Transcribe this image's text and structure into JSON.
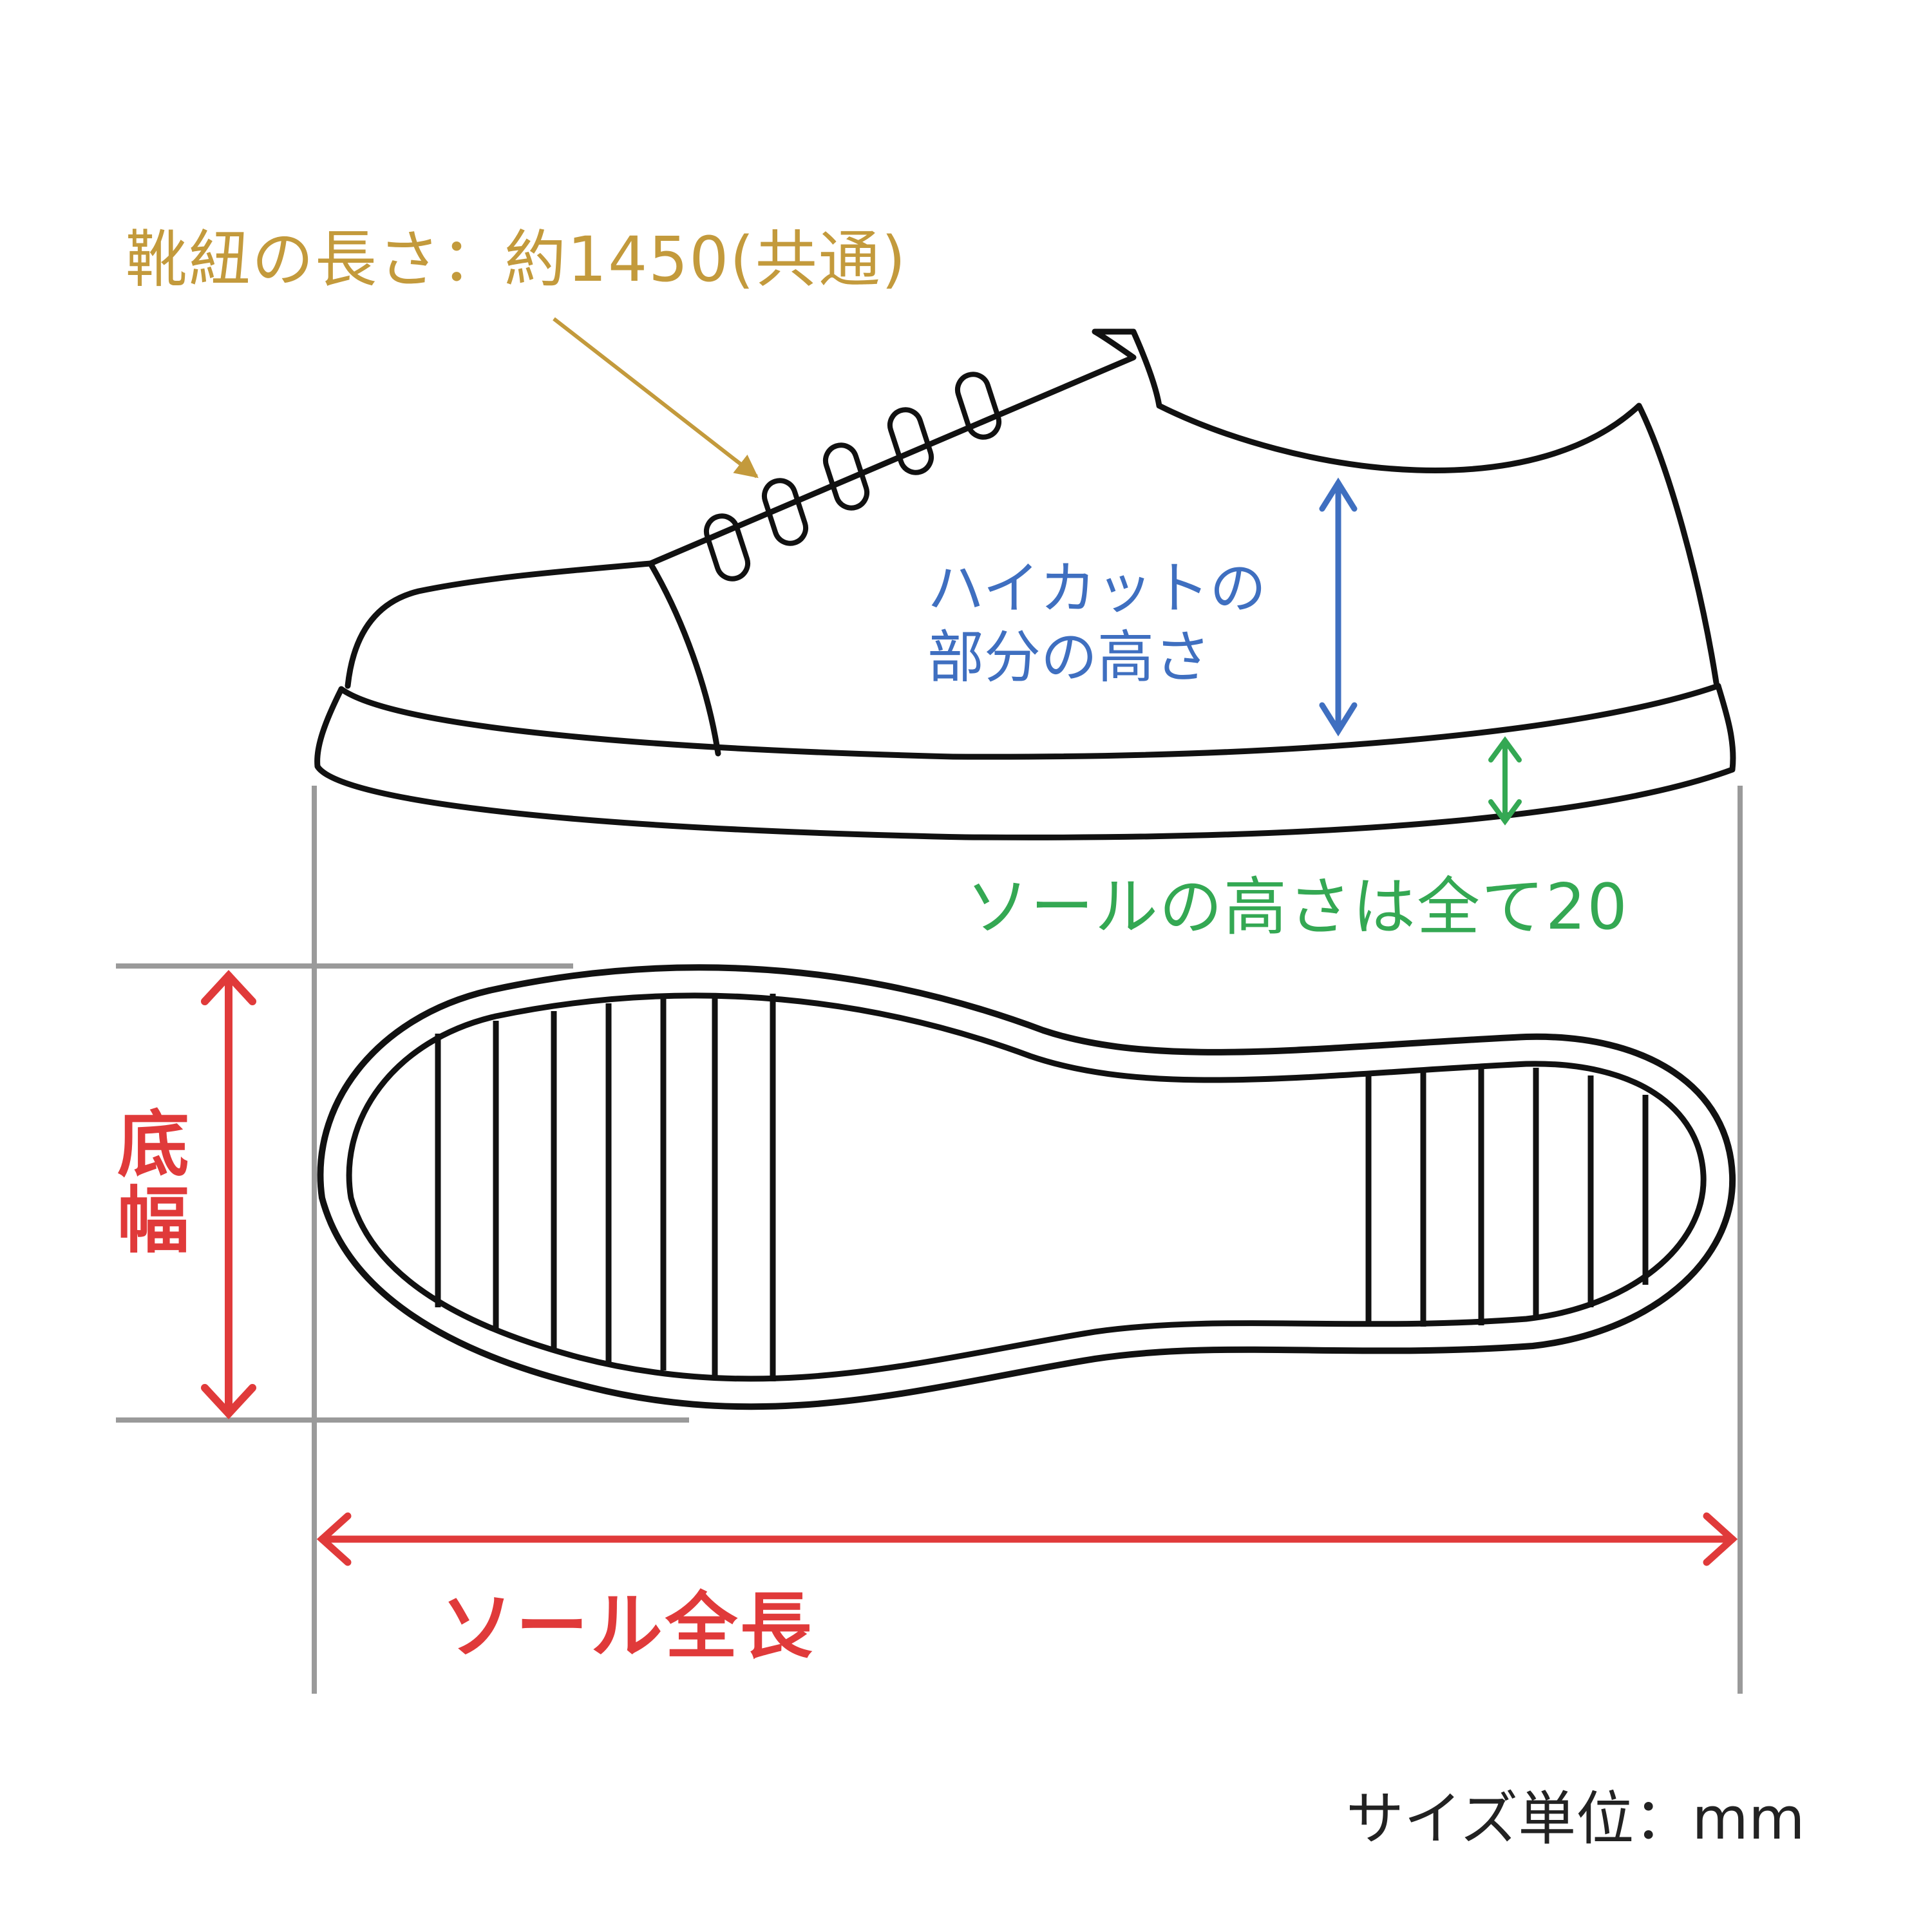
{
  "labels": {
    "lace_length": "靴紐の長さ：約1450(共通)",
    "high_cut_line1": "ハイカットの",
    "high_cut_line2": "部分の高さ",
    "sole_height": "ソールの高さは全て20",
    "sole_width_line1": "底",
    "sole_width_line2": "幅",
    "sole_length": "ソール全長",
    "unit": "サイズ単位：mm"
  },
  "colors": {
    "lace": "#c39a3c",
    "high_cut": "#3f6fc0",
    "sole_height": "#34a853",
    "sole_dims": "#e03a3a",
    "outline": "#111111",
    "guide": "#9a9a9a"
  }
}
